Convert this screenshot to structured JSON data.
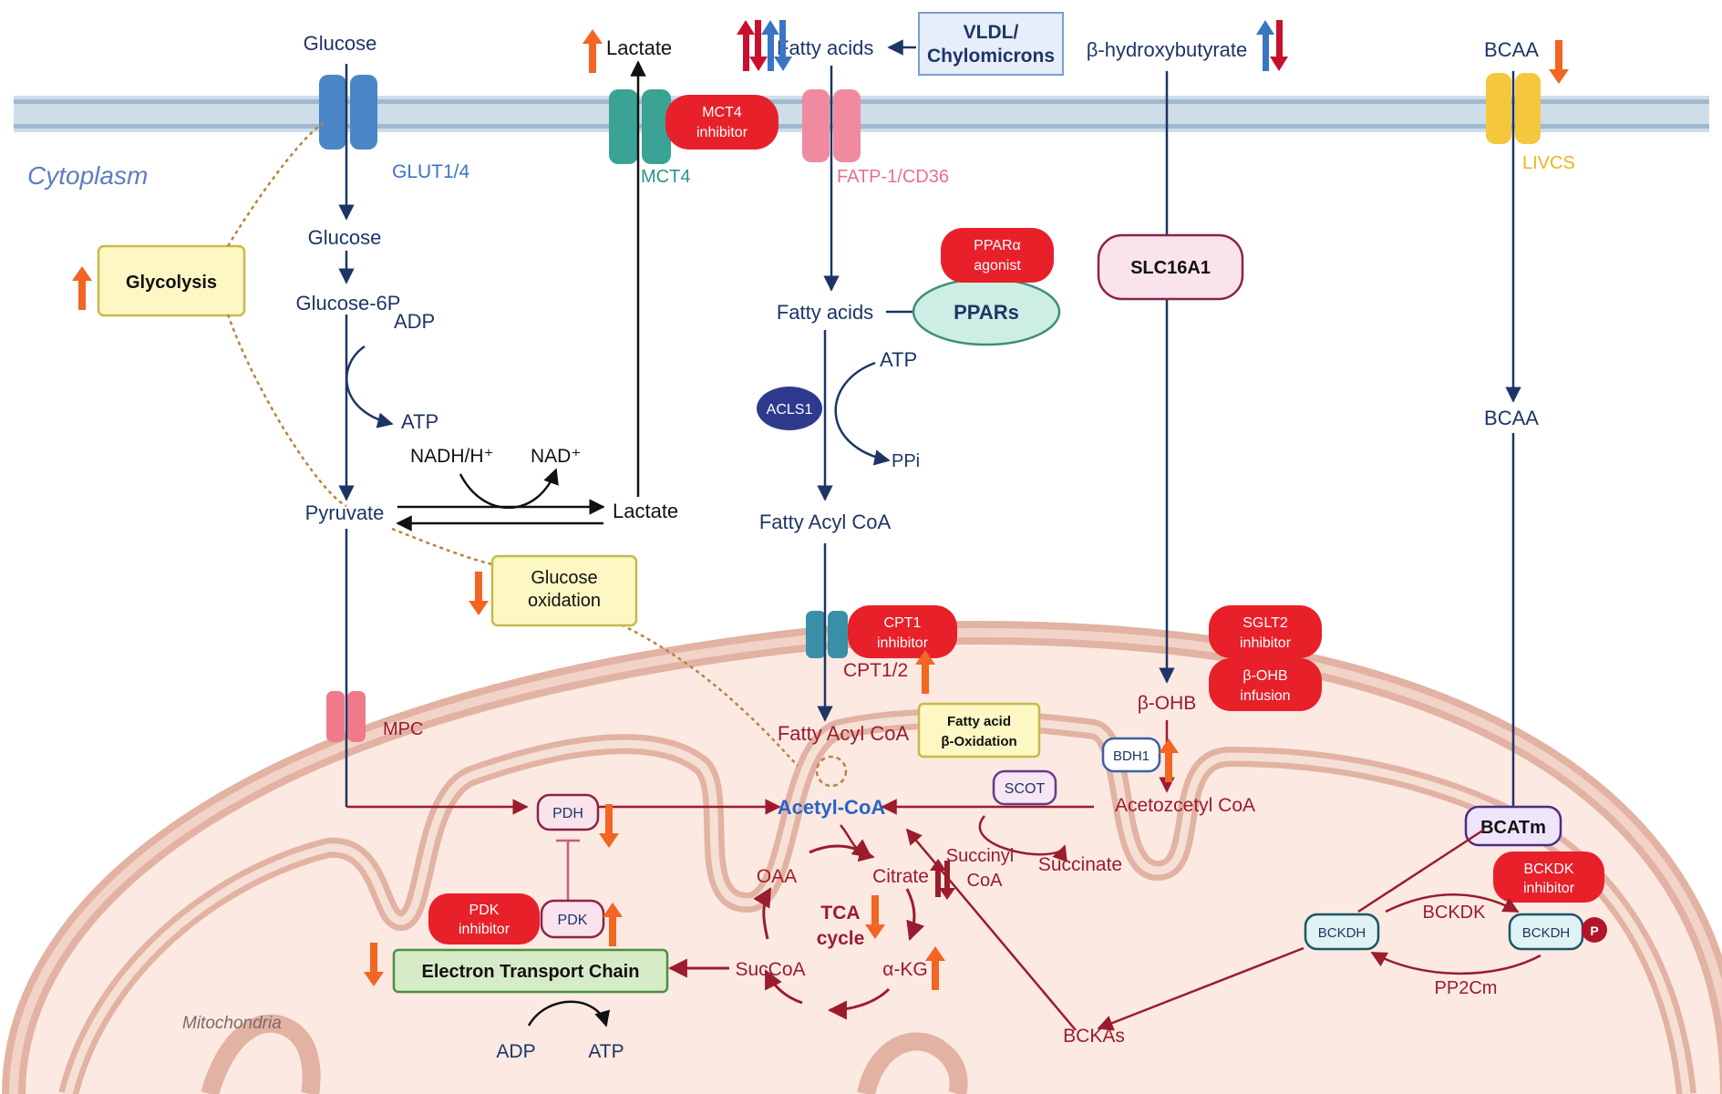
{
  "diagram": {
    "compartments": {
      "cytoplasm": "Cytoplasm",
      "mitochondria": "Mitochondria"
    },
    "transporters": {
      "glut": "GLUT1/4",
      "mct4": "MCT4",
      "fatp": "FATP-1/CD36",
      "livcs": "LIVCS",
      "mpc": "MPC",
      "cpt": "CPT1/2"
    },
    "metabolites": {
      "glucose_out": "Glucose",
      "lactate_out": "Lactate",
      "fatty_acids_out": "Fatty acids",
      "vldl": [
        "VLDL/",
        "Chylomicrons"
      ],
      "bhb_out": "β-hydroxybutyrate",
      "bcaa_out": "BCAA",
      "glucose_in": "Glucose",
      "g6p": "Glucose-6P",
      "adp1": "ADP",
      "atp1": "ATP",
      "nadh": "NADH/H⁺",
      "nad": "NAD⁺",
      "pyruvate": "Pyruvate",
      "lactate_in": "Lactate",
      "fatty_acids_in": "Fatty acids",
      "atp2": "ATP",
      "ppi": "PPi",
      "fatty_acyl_coa": "Fatty Acyl CoA",
      "fatty_acyl_coa_mito": "Fatty Acyl CoA",
      "acetyl_coa": "Acetyl-CoA",
      "bohb": "β-OHB",
      "acetoacetyl_coa": "Acetozcetyl CoA",
      "succinyl_coa": [
        "Succinyl",
        "CoA"
      ],
      "succinate": "Succinate",
      "oaa": "OAA",
      "citrate": "Citrate",
      "akg": "α-KG",
      "succoa": "SucCoA",
      "tca": [
        "TCA",
        "cycle"
      ],
      "adp2": "ADP",
      "atp3": "ATP",
      "bcaa_in": "BCAA",
      "bckas": "BCKAs",
      "bckdk": "BCKDK",
      "pp2cm": "PP2Cm"
    },
    "pathway_boxes": {
      "glycolysis": "Glycolysis",
      "glucose_oxidation": [
        "Glucose",
        "oxidation"
      ],
      "fa_oxidation": [
        "Fatty acid",
        "β-Oxidation"
      ],
      "etc": "Electron Transport Chain"
    },
    "enzymes": {
      "ppars": "PPARs",
      "slc16a1": "SLC16A1",
      "acls1": "ACLS1",
      "bdh1": "BDH1",
      "scot": "SCOT",
      "pdh": "PDH",
      "pdk": "PDK",
      "bcatm": "BCATm",
      "bckdh1": "BCKDH",
      "bckdh2": "BCKDH",
      "phospho": "P"
    },
    "drugs": {
      "mct4_inhibitor": [
        "MCT4",
        "inhibitor"
      ],
      "ppara_agonist": [
        "PPARα",
        "agonist"
      ],
      "cpt1_inhibitor": [
        "CPT1",
        "inhibitor"
      ],
      "sglt2_inhibitor": [
        "SGLT2",
        "inhibitor"
      ],
      "bohb_infusion": [
        "β-OHB",
        "infusion"
      ],
      "pdk_inhibitor": [
        "PDK",
        "inhibitor"
      ],
      "bckdk_inhibitor": [
        "BCKDK",
        "inhibitor"
      ]
    },
    "colors": {
      "up_arrow": "#f26522",
      "dual_up": "#c8102e",
      "dual_down": "#3a75c4",
      "membrane_outer": "#e9c2b3",
      "membrane_inner": "#f5e0d6",
      "cytosol_path": "#1d3566",
      "mito_path": "#9b1c2c",
      "drug_red": "#e8202a"
    }
  }
}
